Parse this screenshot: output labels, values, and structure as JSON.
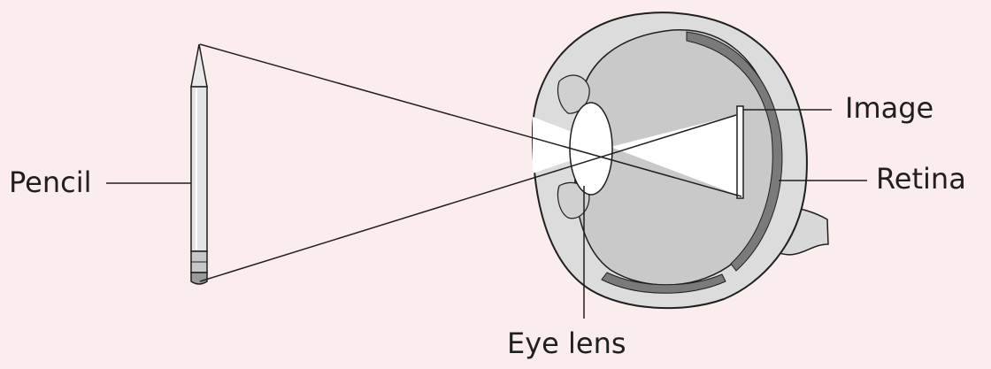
{
  "labels": {
    "pencil": "Pencil",
    "image": "Image",
    "retina": "Retina",
    "eye_lens": "Eye lens"
  },
  "colors": {
    "background": "#fbeced",
    "eye_fill": "#c9c9c9",
    "sclera_band": "#dcdcdc",
    "retina_dark": "#7a7a7a",
    "light_beam": "#ffffff",
    "line": "#1f1f1f"
  }
}
